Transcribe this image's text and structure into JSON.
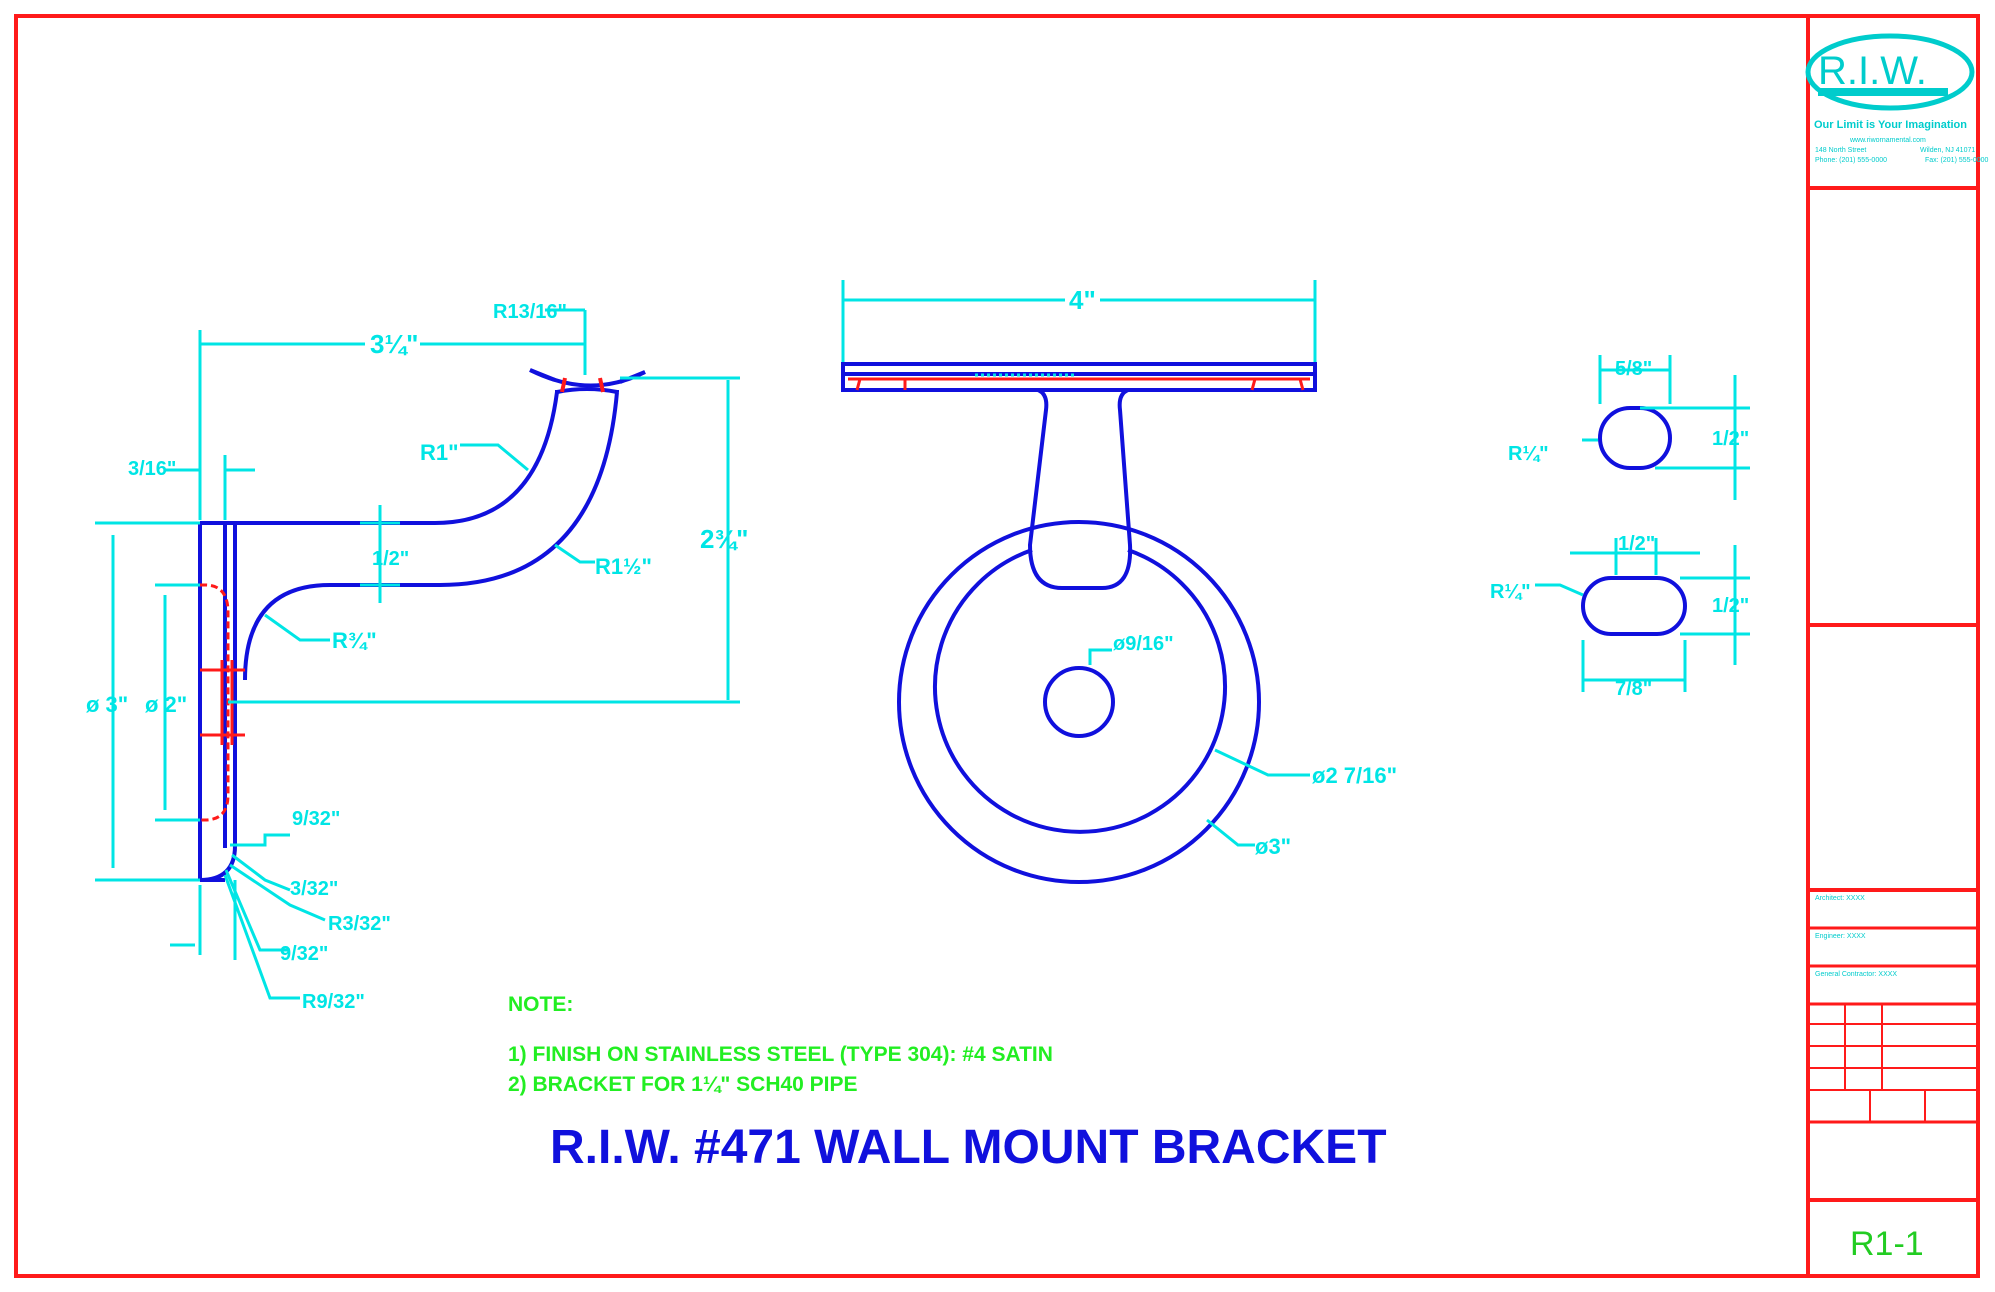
{
  "title": "R.I.W. #471 WALL MOUNT BRACKET",
  "notes": {
    "heading": "NOTE:",
    "line1": "1) FINISH ON STAINLESS STEEL (TYPE 304): #4 SATIN",
    "line2": "2) BRACKET FOR 1¼\" SCH40 PIPE"
  },
  "side_view": {
    "overall_width": "3¼\"",
    "top_radius": "R13/16\"",
    "plate_thickness": "3/16\"",
    "bend_radius_outer": "R1\"",
    "arm_thickness": "1/2\"",
    "bend_radius_inner": "R1½\"",
    "height": "2¾\"",
    "lower_bend_radius": "R¾\"",
    "plate_diameter": "ø 3\"",
    "slot_diameter": "ø 2\"",
    "dim_a": "9/32\"",
    "dim_b": "3/32\"",
    "radius_c": "R3/32\"",
    "dim_d": "9/32\"",
    "radius_e": "R9/32\""
  },
  "front_view": {
    "saddle_width": "4\"",
    "hole_diameter": "ø9/16\"",
    "inner_diameter": "ø2 7/16\"",
    "outer_diameter": "ø3\""
  },
  "slot_views": {
    "small_width": "5/8\"",
    "small_radius": "R¼\"",
    "small_height": "1/2\"",
    "large_center": "1/2\"",
    "large_radius": "R¼\"",
    "large_height": "1/2\"",
    "large_width": "7/8\""
  },
  "title_block": {
    "logo": "R.I.W.",
    "tagline": "Our Limit is Your Imagination",
    "website": "www.riwornamental.com",
    "address": "148 North Street",
    "city": "Wilden, NJ 41071",
    "phone": "Phone: (201) 555-0000",
    "fax": "Fax: (201) 555-0000",
    "architect": "Architect: XXXX",
    "engineer": "Engineer: XXXX",
    "contractor": "General Contractor: XXXX",
    "sheet": "R1-1"
  }
}
